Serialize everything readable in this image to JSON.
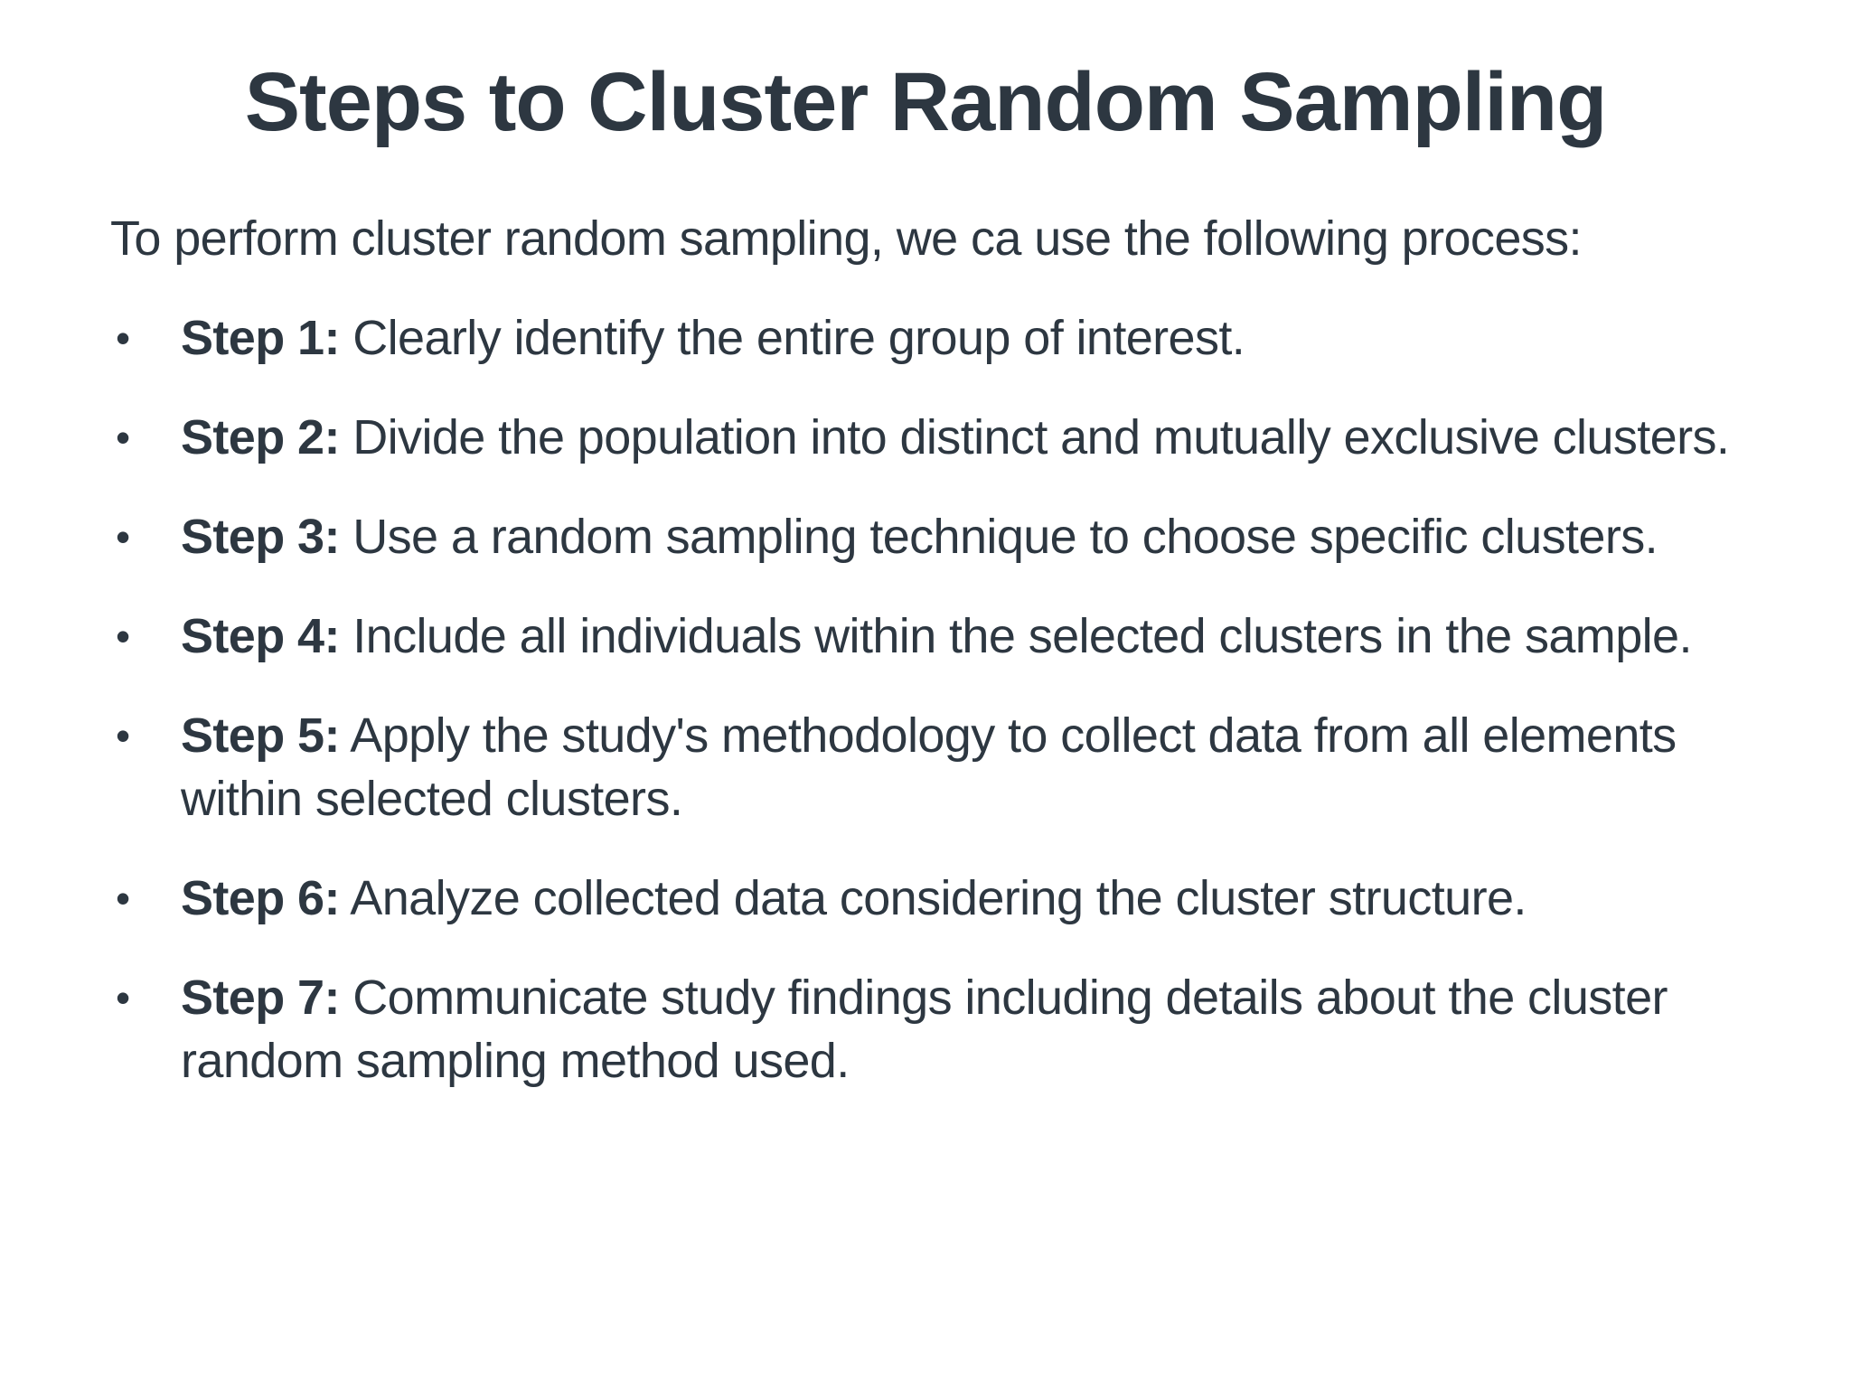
{
  "slide": {
    "title": "Steps to Cluster Random Sampling",
    "intro": "To perform cluster random sampling, we ca use the following process:",
    "bullet_marker": "•",
    "colors": {
      "text": "#2d3741",
      "background": "#ffffff"
    },
    "steps": [
      {
        "label": "Step 1:",
        "text": "Clearly identify the entire group of interest."
      },
      {
        "label": "Step 2:",
        "text": "Divide the population into distinct and mutually exclusive clusters."
      },
      {
        "label": "Step 3:",
        "text": "Use a random sampling technique to choose specific clusters."
      },
      {
        "label": "Step 4:",
        "text": "Include all individuals within the selected clusters in the sample."
      },
      {
        "label": "Step 5:",
        "text": "Apply the study's methodology to collect data from all elements within selected clusters."
      },
      {
        "label": "Step 6:",
        "text": "Analyze collected data considering the cluster structure."
      },
      {
        "label": "Step 7:",
        "text": "Communicate study findings including details about the cluster random sampling method used."
      }
    ]
  }
}
